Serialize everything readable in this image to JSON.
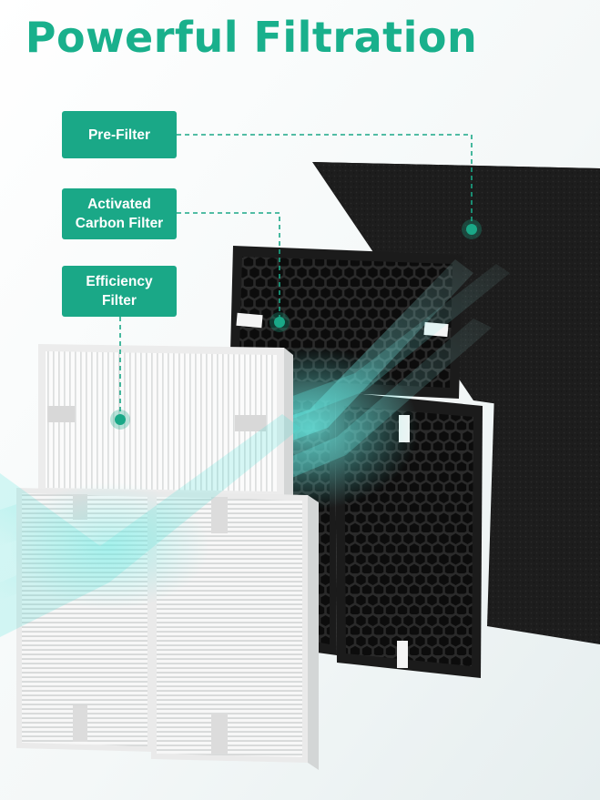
{
  "title": "Powerful Filtration",
  "labels": {
    "pre_filter": "Pre-Filter",
    "carbon_line1": "Activated",
    "carbon_line2": "Carbon Filter",
    "efficiency_line1": "Efficiency",
    "efficiency_line2": "Filter"
  },
  "colors": {
    "accent": "#19b08c",
    "label_bg": "#1aa887",
    "prefilter": "#1f1f1f",
    "carbon_frame": "#1c1c1c",
    "hepa_frame": "#f2f2f2",
    "airflow": "#37d6d2"
  }
}
